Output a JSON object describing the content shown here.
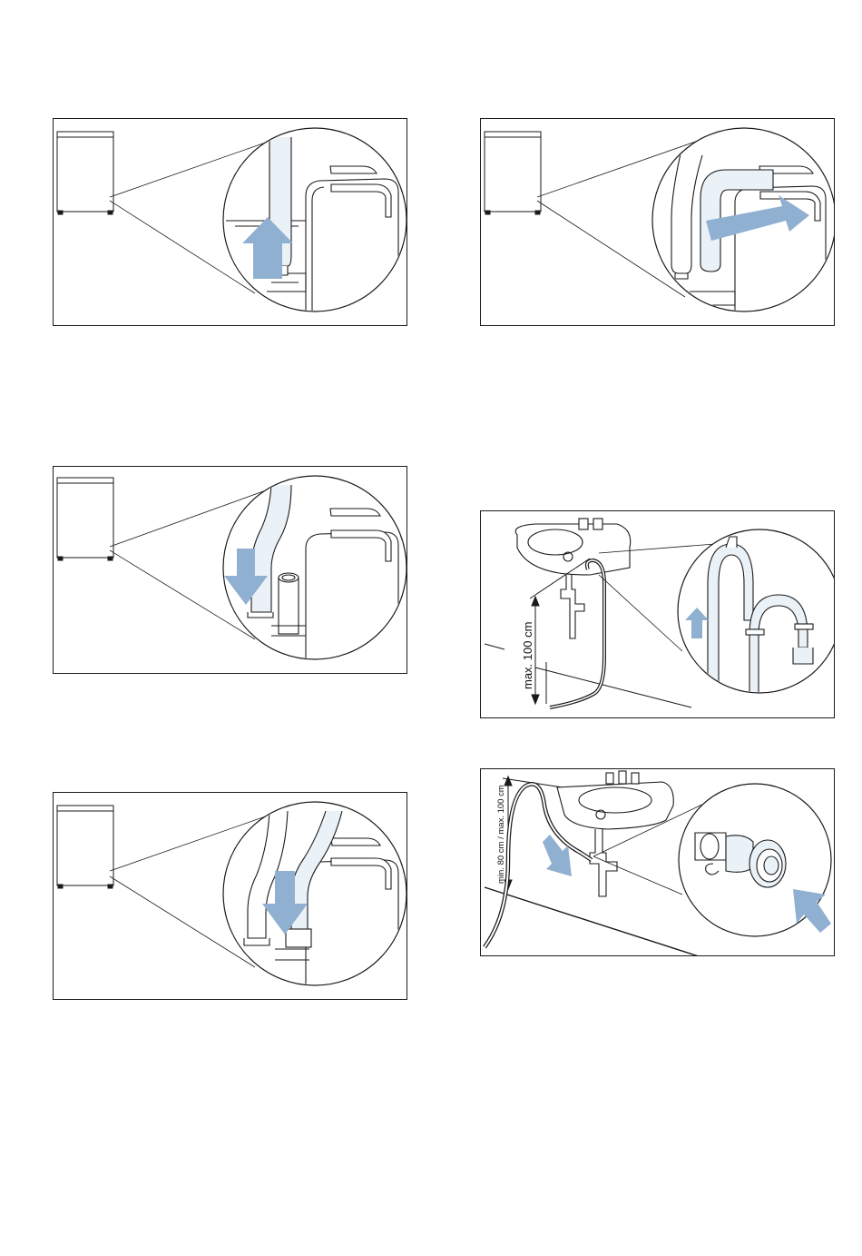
{
  "page": {
    "colors": {
      "arrow": "#8fb0d0",
      "line": "#1a1a1a",
      "hose_fill": "#eaf1f7"
    }
  },
  "figures": [
    {
      "id": "hose-up",
      "icon": "arrow-up-icon"
    },
    {
      "id": "hose-over-edge",
      "icon": "arrow-right-icon"
    },
    {
      "id": "hose-down-to-pipe",
      "icon": "arrow-down-icon"
    },
    {
      "id": "hose-into-pipe",
      "icon": "arrow-down-icon"
    },
    {
      "id": "basin-drain",
      "icon": "arrow-up-icon",
      "height_label": "max. 100 cm"
    },
    {
      "id": "siphon-connect",
      "icon": "arrow-diagonal-icon",
      "height_label": "min. 80 cm / max. 100 cm"
    }
  ]
}
